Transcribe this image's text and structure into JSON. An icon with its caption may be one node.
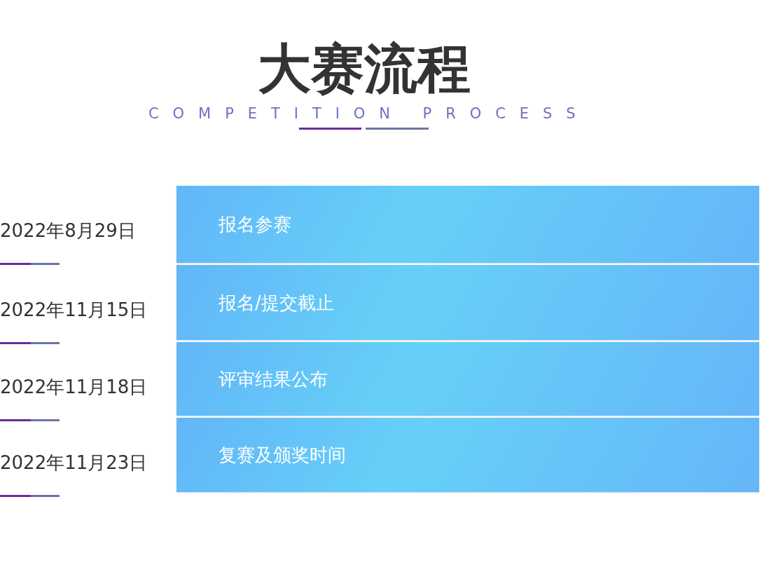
{
  "diagram": {
    "title": "大赛流程",
    "nodes": [
      {
        "text": [
          "报名参赛"
        ],
        "beside": [
          "2022年8月29日"
        ]
      },
      {
        "text": [
          "报名/提交截止"
        ],
        "beside": [
          "2022年11月15日"
        ]
      },
      {
        "text": [
          "评审结果公布"
        ],
        "beside": [
          "2022年11月18日"
        ]
      },
      {
        "text": [
          "复赛及颁奖时间"
        ],
        "beside": [
          "2022年11月23日"
        ]
      }
    ],
    "labels": [
      "COMPETITION PROCESS"
    ]
  }
}
